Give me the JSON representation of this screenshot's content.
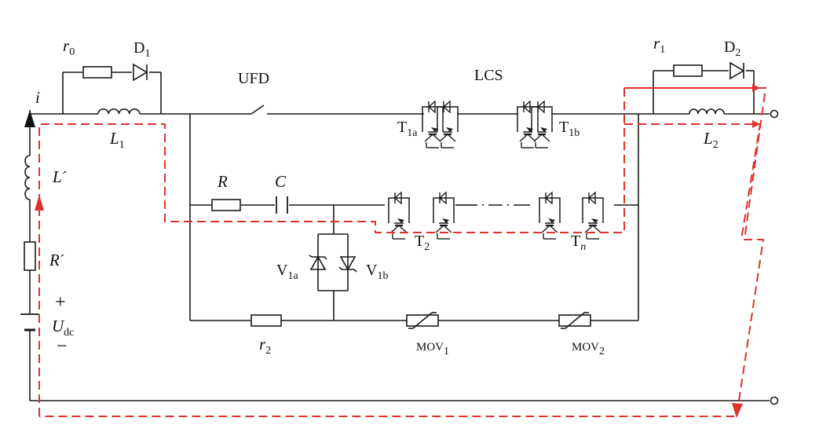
{
  "labels": {
    "i": "i",
    "r0": "r",
    "r0_sub": "0",
    "D1": "D",
    "D1_sub": "1",
    "L1": "L",
    "L1_sub": "1",
    "UFD": "UFD",
    "LCS": "LCS",
    "r1": "r",
    "r1_sub": "1",
    "D2": "D",
    "D2_sub": "2",
    "L2": "L",
    "L2_sub": "2",
    "T1a": "T",
    "T1a_sub": "1a",
    "T1b": "T",
    "T1b_sub": "1b",
    "Lp": "L",
    "Lp_prime": "´",
    "R": "R",
    "C": "C",
    "Rp": "R",
    "Rp_prime": "´",
    "T2": "T",
    "T2_sub": "2",
    "Tn": "T",
    "Tn_sub": "n",
    "V1a": "V",
    "V1a_sub": "1a",
    "V1b": "V",
    "V1b_sub": "1b",
    "plus": "+",
    "Udc": "U",
    "Udc_sub": "dc",
    "minus": "−",
    "r2": "r",
    "r2_sub": "2",
    "MOV1": "MOV",
    "MOV1_sub": "1",
    "MOV2": "MOV",
    "MOV2_sub": "2"
  },
  "colors": {
    "wire": "#1a1a1a",
    "fault_path": "#e0312c",
    "background": "#ffffff"
  }
}
